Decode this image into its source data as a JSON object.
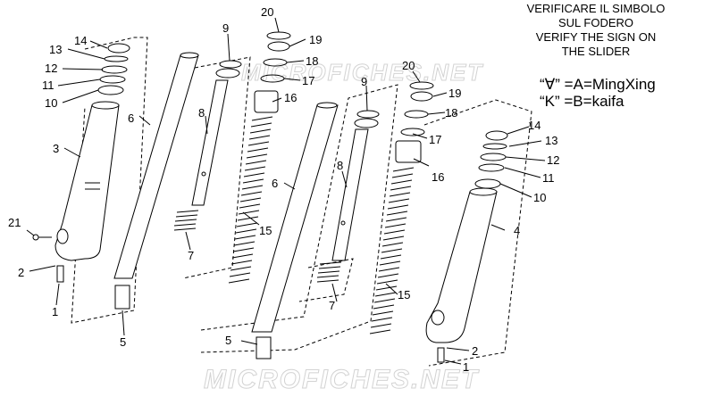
{
  "notes": {
    "line1": "VERIFICARE IL SIMBOLO",
    "line2": "SUL FODERO",
    "line3": "VERIFY THE SIGN ON",
    "line4": "THE SLIDER",
    "code_a": "“∀” =A=MingXing",
    "code_b": "“K” =B=kaifa"
  },
  "watermark": "MICROFICHES.NET",
  "callouts": {
    "c1a": "1",
    "c2a": "2",
    "c3": "3",
    "c5a": "5",
    "c6a": "6",
    "c7a": "7",
    "c8a": "8",
    "c9a": "9",
    "c10a": "10",
    "c11a": "11",
    "c12a": "12",
    "c13a": "13",
    "c14a": "14",
    "c15a": "15",
    "c16a": "16",
    "c17a": "17",
    "c18a": "18",
    "c19a": "19",
    "c20a": "20",
    "c21": "21",
    "c1b": "1",
    "c2b": "2",
    "c4": "4",
    "c5b": "5",
    "c6b": "6",
    "c7b": "7",
    "c8b": "8",
    "c9b": "9",
    "c10b": "10",
    "c11b": "11",
    "c12b": "12",
    "c13b": "13",
    "c14b": "14",
    "c15b": "15",
    "c16b": "16",
    "c17b": "17",
    "c18b": "18",
    "c19b": "19",
    "c20b": "20"
  }
}
